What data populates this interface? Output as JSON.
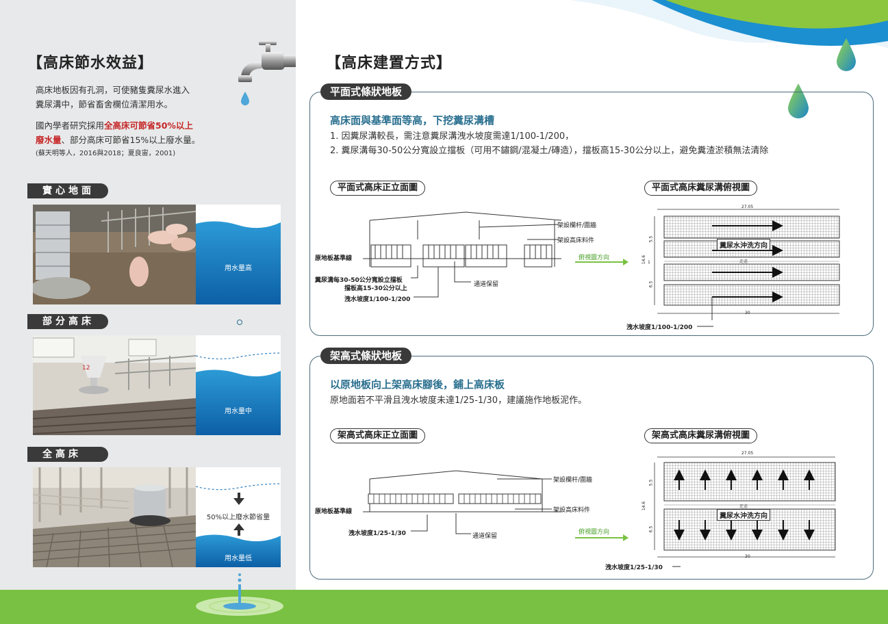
{
  "left": {
    "title": "【高床節水效益】",
    "para1_line1": "高床地板因有孔洞，可使豬隻糞尿水進入",
    "para1_line2": "糞尿溝中，節省畜舍欄位清潔用水。",
    "para2_prefix": "國內學者研究採用",
    "para2_highlight1": "全高床可節省50%以上",
    "para2_highlight2": "廢水量",
    "para2_suffix": "、部分高床可節省15%以上廢水量。",
    "citation": "(蘇天明等人，2016與2018；夏良宙，2001)",
    "rows": [
      {
        "label": "實心地面",
        "water_label": "用水量高"
      },
      {
        "label": "部分高床",
        "water_label": "用水量中"
      },
      {
        "label": "全高床",
        "water_label": "用水量低",
        "saving_label": "50%以上廢水節省量"
      }
    ]
  },
  "right": {
    "title": "【高床建置方式】",
    "section1": {
      "pill": "平面式條狀地板",
      "subtitle": "高床面與基準面等高，下挖糞尿溝槽",
      "line1": "1. 因糞尿溝較長，需注意糞尿溝洩水坡度需達1/100-1/200，",
      "line2": "2. 糞尿溝每30-50公分寬設立擋板（可用不鏽鋼/混凝土/磚造），擋板高15-30公分以上，避免糞渣淤積無法清除",
      "elev_title": "平面式高床正立面圖",
      "plan_title": "平面式高床糞尿溝俯視圖",
      "labels": {
        "rail": "架設欄杆/圍牆",
        "material": "架設高床料件",
        "view_dir": "俯視圖方向",
        "base": "原地板基準線",
        "baffle1": "糞尿溝每30-50公分寬設立擋板",
        "baffle2": "擋板高15-30公分以上",
        "slope": "洩水坡度1/100-1/200",
        "aisle": "通道保留",
        "flush": "糞尿水沖洗方向",
        "plan_slope": "洩水坡度1/100-1/200",
        "dim_top": "27.05",
        "dim_bottom": "30",
        "dim_left": "14.6",
        "dim_55": "5.5",
        "dim_65": "6.5",
        "dim_1": "1",
        "aisle_small": "走道"
      }
    },
    "section2": {
      "pill": "架高式條狀地板",
      "subtitle": "以原地板向上架高床腳後，鋪上高床板",
      "line1": "原地面若不平滑且洩水坡度未達1/25-1/30，建議施作地板泥作。",
      "elev_title": "架高式高床正立面圖",
      "plan_title": "架高式高床糞尿溝俯視圖",
      "labels": {
        "rail": "架設欄杆/圍牆",
        "material": "架設高床料件",
        "view_dir": "俯視圖方向",
        "base": "原地板基準線",
        "slope": "洩水坡度1/25-1/30",
        "aisle": "通道保留",
        "flush": "糞尿水沖洗方向",
        "plan_slope": "洩水坡度1/25-1/30",
        "dim_top": "27.05",
        "dim_bottom": "30",
        "dim_left": "14.6",
        "dim_55": "5.5",
        "dim_65": "6.5",
        "aisle_small": "走道"
      }
    }
  },
  "colors": {
    "accent_blue": "#2a6f8f",
    "highlight_red": "#c62828",
    "green": "#79c142",
    "water_blue": "#1b7fc4",
    "pill_dark": "#3a3a3a"
  },
  "icons": [
    "faucet-icon",
    "water-drop-icon",
    "arrow-down-icon",
    "arrow-up-icon",
    "water-ripple-icon"
  ]
}
